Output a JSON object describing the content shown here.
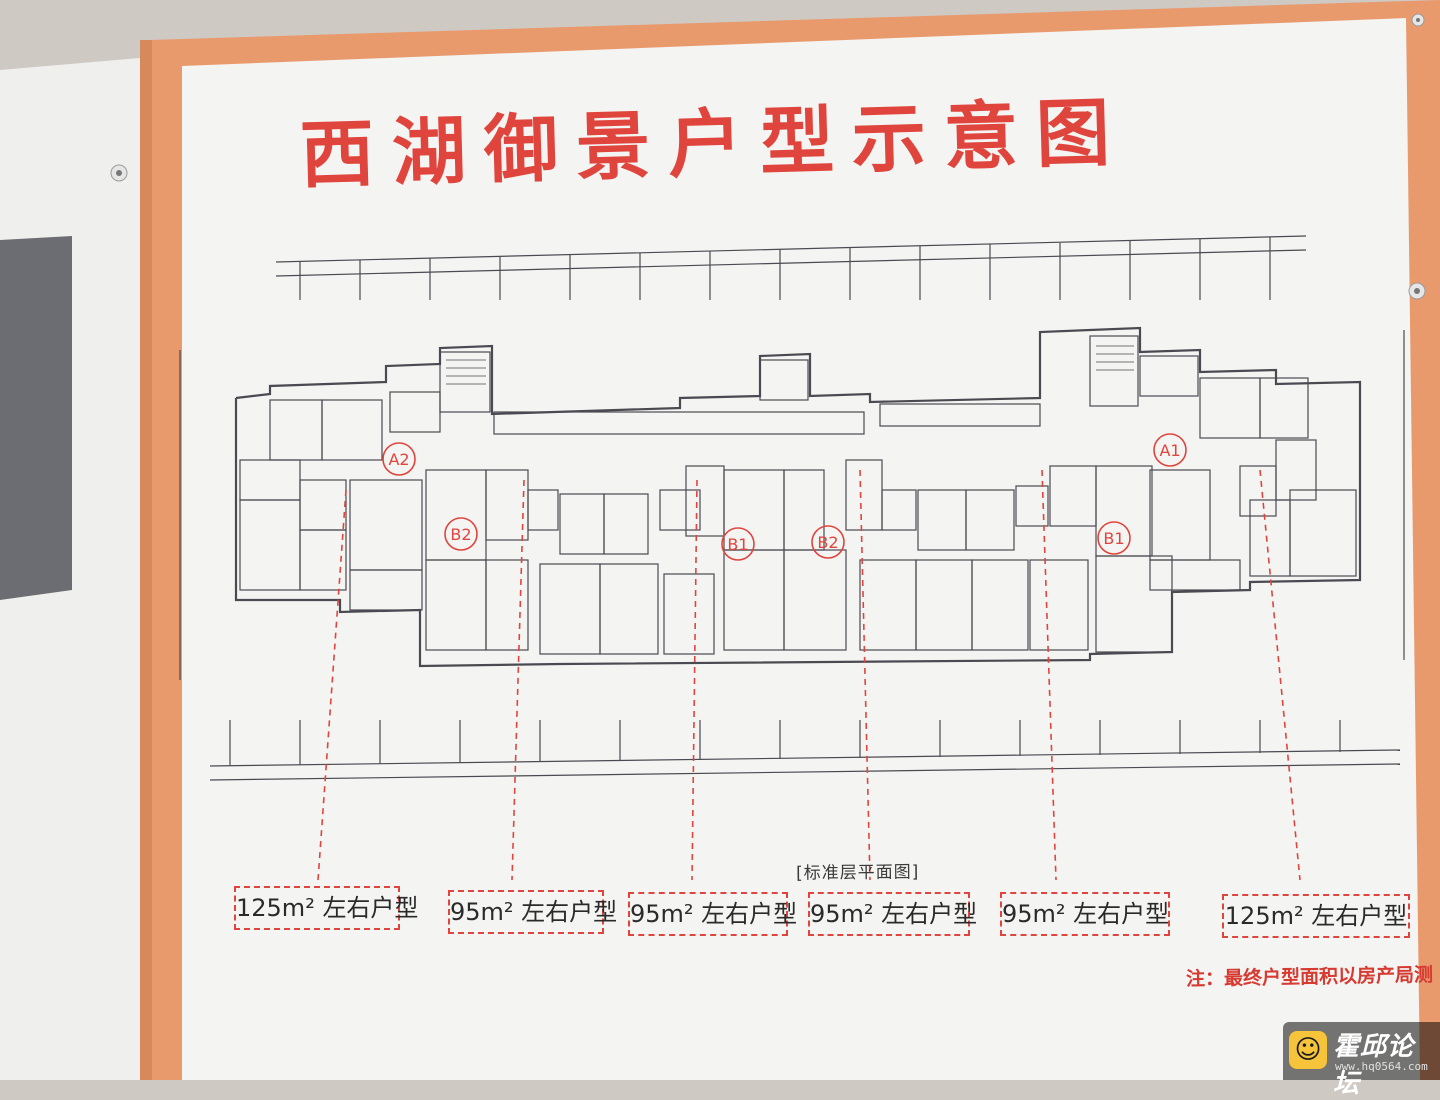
{
  "poster": {
    "title": "西湖御景户型示意图",
    "caption": "[标准层平面图]",
    "note": "注：最终户型面积以房产局测"
  },
  "units": [
    {
      "label": "125m² 左右户型"
    },
    {
      "label": "95m² 左右户型"
    },
    {
      "label": "95m² 左右户型"
    },
    {
      "label": "95m² 左右户型"
    },
    {
      "label": "95m² 左右户型"
    },
    {
      "label": "125m² 左右户型"
    }
  ],
  "unit_tags": [
    "A2",
    "B2",
    "B1",
    "B2",
    "B1",
    "A1"
  ],
  "watermark": {
    "name": "霍邱论坛",
    "url": "www.hq0564.com"
  },
  "colors": {
    "accent_red": "#e0453d",
    "frame_orange": "#e99a6d",
    "board_white": "#f4f4f2"
  }
}
